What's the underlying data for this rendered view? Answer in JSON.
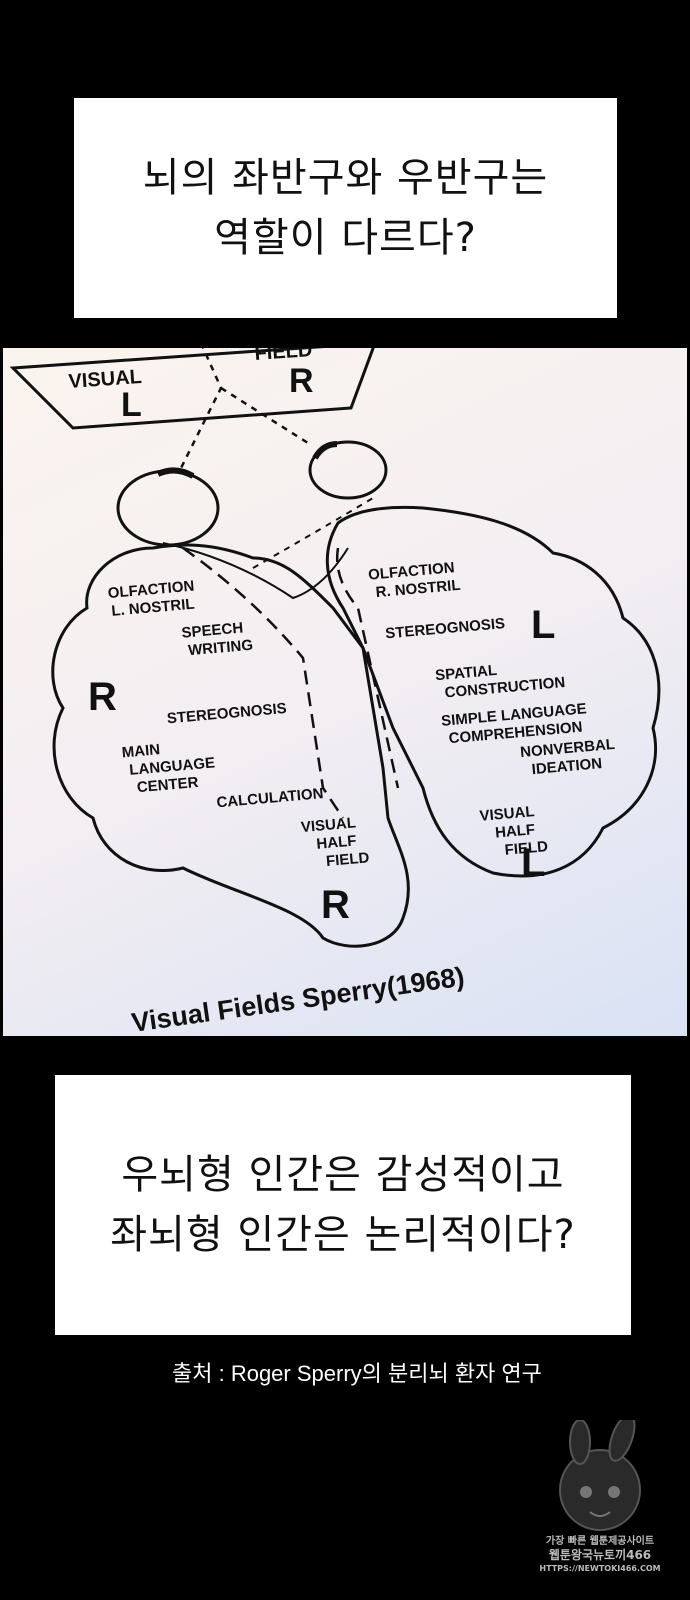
{
  "caption_top": {
    "line1": "뇌의 좌반구와 우반구는",
    "line2": "역할이 다르다?"
  },
  "figure": {
    "title": "Visual Fields Sperry(1968)",
    "top_box": {
      "left_word": "VISUAL",
      "right_word": "FIELD",
      "left_letter": "L",
      "right_letter": "R"
    },
    "left_hemisphere": {
      "big_letter": "R",
      "bottom_letter": "R",
      "labels": [
        "OLFACTION",
        "L. NOSTRIL",
        "SPEECH",
        "WRITING",
        "STEREOGNOSIS",
        "MAIN",
        "LANGUAGE",
        "CENTER",
        "CALCULATION",
        "VISUAL",
        "HALF",
        "FIELD"
      ]
    },
    "right_hemisphere": {
      "big_letter": "L",
      "bottom_letter": "L",
      "labels": [
        "OLFACTION",
        "R. NOSTRIL",
        "STEREOGNOSIS",
        "SPATIAL",
        "CONSTRUCTION",
        "SIMPLE LANGUAGE",
        "COMPREHENSION",
        "NONVERBAL",
        "IDEATION",
        "VISUAL",
        "HALF",
        "FIELD"
      ]
    }
  },
  "caption_bottom": {
    "line1": "우뇌형 인간은 감성적이고",
    "line2": "좌뇌형 인간은 논리적이다?"
  },
  "source": "출처 : Roger Sperry의 분리뇌 환자 연구",
  "watermark": {
    "line1": "가장 빠른 웹툰제공사이트",
    "line2": "웹툰왕국뉴토끼466",
    "line3": "HTTPS://NEWTOKI466.COM"
  }
}
